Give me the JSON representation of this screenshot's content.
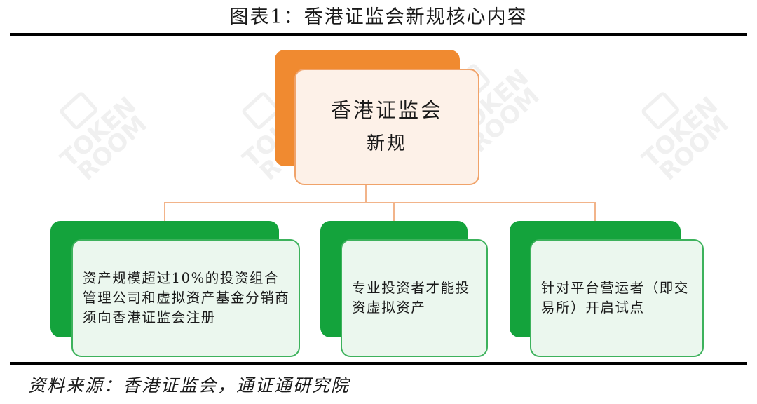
{
  "title": "图表1：香港证监会新规核心内容",
  "source": "资料来源：香港证监会，通证通研究院",
  "watermark": {
    "line1": "TOKEN",
    "line2": "ROOM"
  },
  "diagram": {
    "root": {
      "line1": "香港证监会",
      "line2": "新规"
    },
    "children": [
      {
        "text": "资产规模超过10%的投资组合管理公司和虚拟资产基金分销商须向香港证监会注册"
      },
      {
        "text": "专业投资者才能投资虚拟资产"
      },
      {
        "text": "针对平台营运者（即交易所）开启试点"
      }
    ]
  },
  "colors": {
    "orange": "#f08a30",
    "green": "#14a33c",
    "connector": "#f2b48a"
  }
}
